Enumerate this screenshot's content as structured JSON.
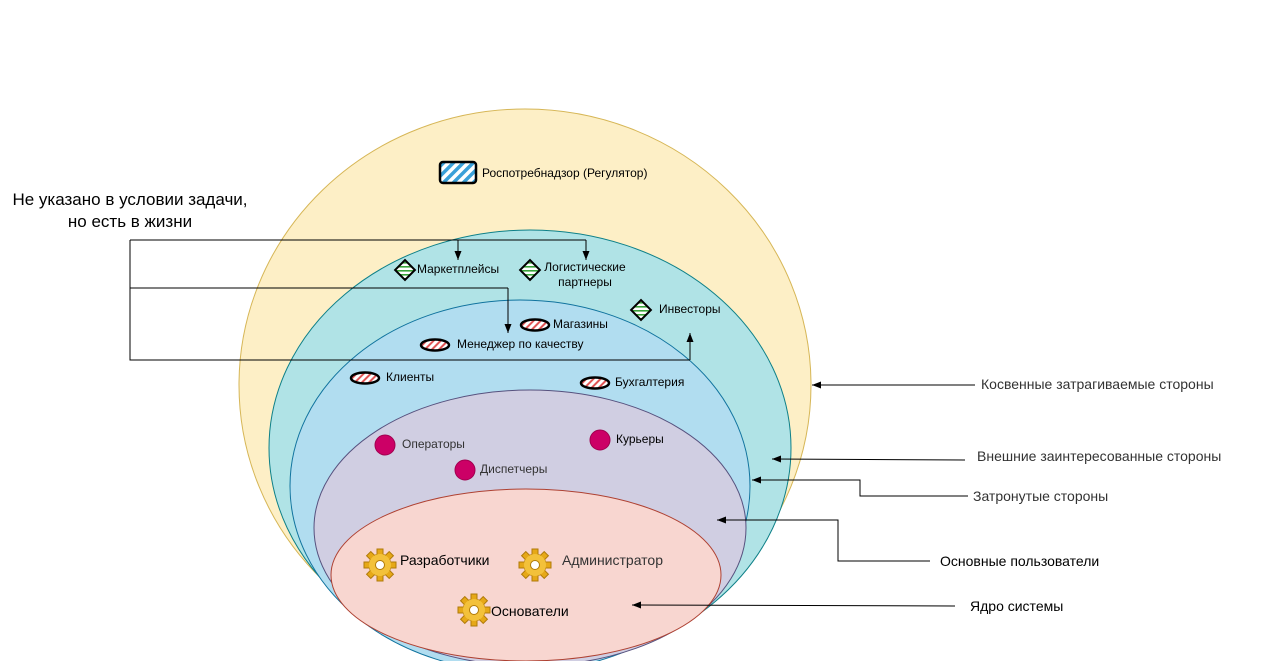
{
  "diagram": {
    "note": {
      "line1": "Не указано в условии задачи,",
      "line2": "но есть в жизни"
    },
    "rings": {
      "indirect": "Косвенные затрагиваемые стороны",
      "external": "Внешние заинтересованные стороны",
      "affected": "Затронутые стороны",
      "primary": "Основные пользователи",
      "core": "Ядро системы"
    },
    "stakeholders": {
      "regulator": "Роспотребнадзор (Регулятор)",
      "marketplaces": "Маркетплейсы",
      "logistics_line1": "Логистические",
      "logistics_line2": "партнеры",
      "investors": "Инвесторы",
      "stores": "Магазины",
      "quality_manager": "Менеджер по качеству",
      "clients": "Клиенты",
      "accounting": "Бухгалтерия",
      "operators": "Операторы",
      "couriers": "Курьеры",
      "dispatchers": "Диспетчеры",
      "developers": "Разработчики",
      "administrator": "Администратор",
      "founders": "Основатели"
    },
    "colors": {
      "indirect_fill": "#fdefc6",
      "indirect_stroke": "#d6b656",
      "external_fill": "#b0e3e6",
      "external_stroke": "#0e8088",
      "affected_fill": "#b1ddf0",
      "affected_stroke": "#10739e",
      "primary_fill": "#d0cee2",
      "primary_stroke": "#56517e",
      "core_fill": "#f8d6d0",
      "core_stroke": "#ae4132",
      "dot": "#cc0066",
      "gear": "#e6a817"
    }
  }
}
